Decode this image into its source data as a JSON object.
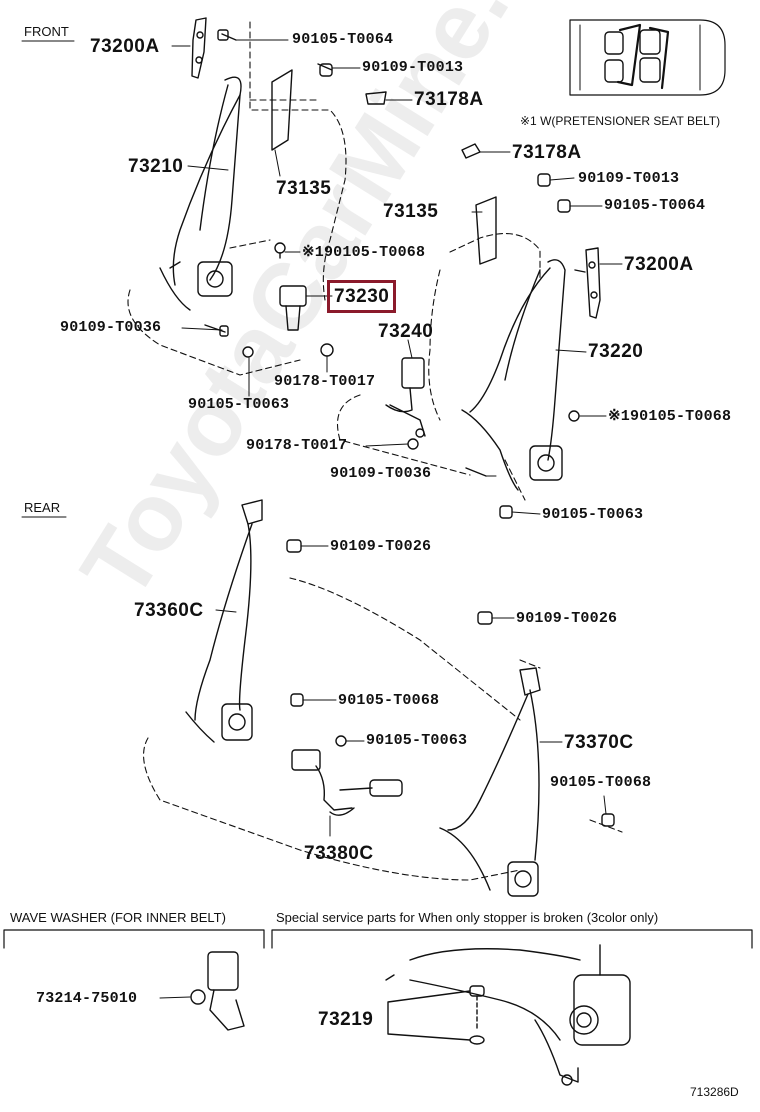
{
  "sections": {
    "front": "FRONT",
    "rear": "REAR",
    "wave_washer": "WAVE WASHER (FOR INNER BELT)",
    "special": "Special service parts for When only stopper is broken (3color only)"
  },
  "note_pretensioner": "※1 W(PRETENSIONER SEAT BELT)",
  "front_parts": {
    "p73200A_left": "73200A",
    "p90105_T0064_top": "90105-T0064",
    "p90109_T0013_top": "90109-T0013",
    "p73178A_top": "73178A",
    "p73210": "73210",
    "p73135_left": "73135",
    "p90105_T0068_left": "※190105-T0068",
    "p73230": "73230",
    "p90109_T0036_left": "90109-T0036",
    "p73240": "73240",
    "p90178_T0017_a": "90178-T0017",
    "p90105_T0063_left": "90105-T0063",
    "p90178_T0017_b": "90178-T0017",
    "p73178A_right": "73178A",
    "p90109_T0013_right": "90109-T0013",
    "p90105_T0064_right": "90105-T0064",
    "p73135_right": "73135",
    "p73200A_right": "73200A",
    "p73220": "73220",
    "p90105_T0068_right": "※190105-T0068",
    "p90109_T0036_right": "90109-T0036",
    "p90105_T0063_right": "90105-T0063"
  },
  "rear_parts": {
    "p90109_T0026_a": "90109-T0026",
    "p73360C": "73360C",
    "p90109_T0026_b": "90109-T0026",
    "p90105_T0068_a": "90105-T0068",
    "p90105_T0063": "90105-T0063",
    "p73370C": "73370C",
    "p90105_T0068_b": "90105-T0068",
    "p73380C": "73380C"
  },
  "bottom_parts": {
    "p73214_75010": "73214-75010",
    "p73219": "73219"
  },
  "diagram_id": "713286D",
  "watermark": "ToyotaCarMine.ru",
  "highlight_color": "#8b1a2b"
}
